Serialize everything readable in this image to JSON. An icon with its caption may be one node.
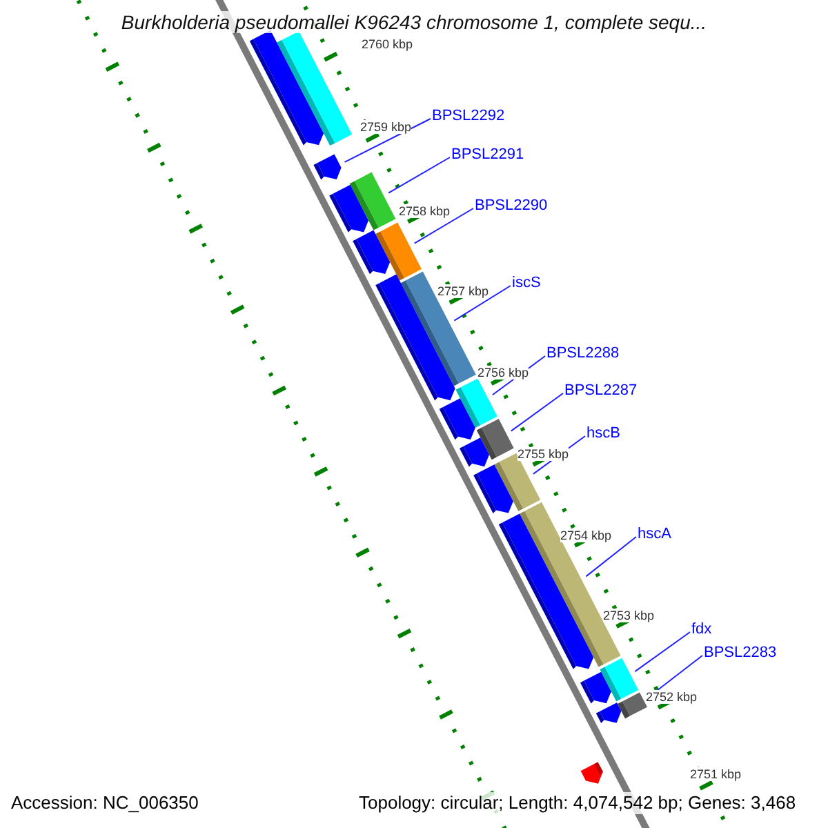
{
  "diagram": {
    "title": "Burkholderia pseudomallei K96243 chromosome 1, complete sequ...",
    "nodes": [
      {
        "text": [
          "BPSL2292"
        ]
      },
      {
        "text": [
          "BPSL2291"
        ]
      },
      {
        "text": [
          "BPSL2290"
        ]
      },
      {
        "text": [
          "iscS"
        ]
      },
      {
        "text": [
          "BPSL2288"
        ]
      },
      {
        "text": [
          "BPSL2287"
        ]
      },
      {
        "text": [
          "hscB"
        ]
      },
      {
        "text": [
          "hscA"
        ]
      },
      {
        "text": [
          "fdx"
        ]
      },
      {
        "text": [
          "BPSL2283"
        ]
      },
      {
        "text": [],
        "shape": "arrow"
      },
      {
        "text": [],
        "shape": "bar"
      },
      {
        "text": [],
        "shape": "bar"
      },
      {
        "text": [],
        "shape": "bar"
      },
      {
        "text": [],
        "shape": "bar"
      },
      {
        "text": [],
        "shape": "bar"
      },
      {
        "text": [],
        "shape": "bar"
      },
      {
        "text": [],
        "shape": "bar"
      },
      {
        "text": [],
        "shape": "bar"
      },
      {
        "text": [],
        "shape": "bar"
      },
      {
        "text": [],
        "shape": "bar"
      },
      {
        "text": [],
        "shape": "arrow"
      },
      {
        "text": [],
        "shape": "arrow"
      },
      {
        "text": [],
        "shape": "arrow"
      },
      {
        "text": [],
        "shape": "arrow"
      },
      {
        "text": [],
        "shape": "arrow"
      },
      {
        "text": [],
        "shape": "arrow"
      },
      {
        "text": [],
        "shape": "arrow"
      },
      {
        "text": [],
        "shape": "arrow"
      },
      {
        "text": [],
        "shape": "arrow"
      },
      {
        "text": [],
        "shape": "arrow"
      },
      {
        "text": [],
        "shape": "arrow"
      }
    ],
    "edges": [
      {
        "from": 0,
        "to": 10,
        "arrow": "none"
      },
      {
        "from": 1,
        "to": 11,
        "arrow": "none"
      },
      {
        "from": 2,
        "to": 12,
        "arrow": "none"
      },
      {
        "from": 3,
        "to": 13,
        "arrow": "none"
      },
      {
        "from": 4,
        "to": 14,
        "arrow": "none"
      },
      {
        "from": 5,
        "to": 15,
        "arrow": "none"
      },
      {
        "from": 6,
        "to": 16,
        "arrow": "none"
      },
      {
        "from": 7,
        "to": 17,
        "arrow": "none"
      },
      {
        "from": 8,
        "to": 18,
        "arrow": "none"
      },
      {
        "from": 9,
        "to": 19,
        "arrow": "none"
      }
    ],
    "labels": [
      "2760 kbp",
      "2759 kbp",
      "2758 kbp",
      "2757 kbp",
      "2756 kbp",
      "2755 kbp",
      "2754 kbp",
      "2753 kbp",
      "2752 kbp",
      "2751 kbp",
      "Accession: NC_006350",
      "Topology: circular; Length: 4,074,542 bp; Genes: 3,468"
    ]
  }
}
